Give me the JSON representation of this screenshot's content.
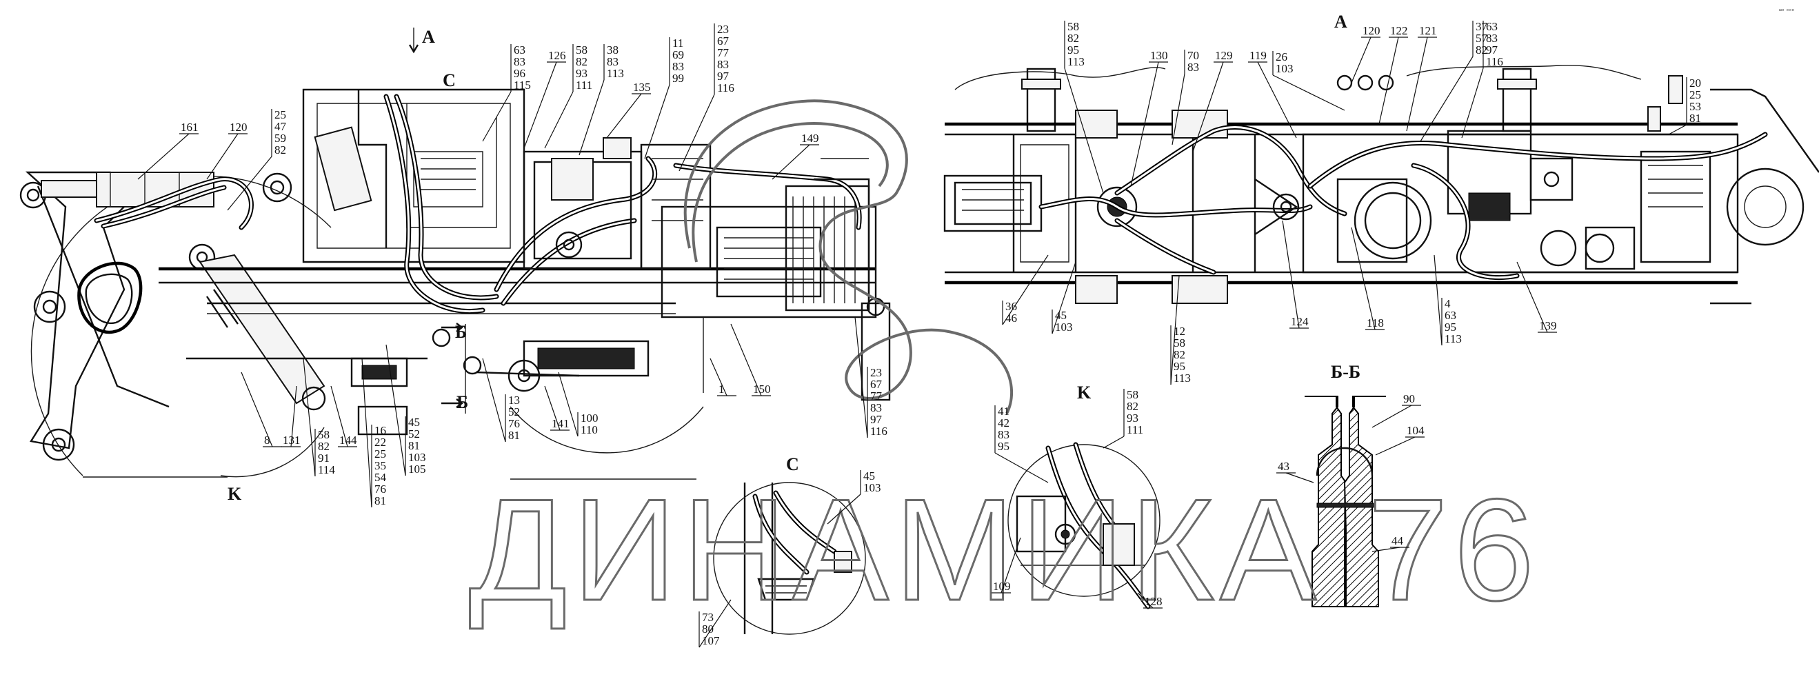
{
  "view_marks": {
    "a_left": "А",
    "c_top": "C",
    "a_right": "А",
    "k_bottom": "K",
    "k_detail": "K",
    "c_detail": "C",
    "bb_detail": "Б-Б",
    "b_upper": "Б",
    "b_lower": "Б"
  },
  "corner_mark": "▫◦ ◦◦◦",
  "watermark": "ДИНАМИКА 76",
  "callouts": {
    "g1": [
      "63",
      "83",
      "96",
      "115"
    ],
    "g2": [
      "58",
      "82",
      "93",
      "111"
    ],
    "g3": [
      "38",
      "83",
      "113"
    ],
    "g4": [
      "11",
      "69",
      "83",
      "99"
    ],
    "g5": [
      "23",
      "67",
      "77",
      "83",
      "97",
      "116"
    ],
    "g6": [
      "25",
      "47",
      "59",
      "82"
    ],
    "g7": [
      "58",
      "82",
      "95",
      "113"
    ],
    "g8": [
      "70",
      "83"
    ],
    "g9": [
      "26",
      "103"
    ],
    "g10": [
      "37",
      "57",
      "82"
    ],
    "g11": [
      "63",
      "83",
      "97",
      "116"
    ],
    "g12": [
      "20",
      "25",
      "53",
      "81"
    ],
    "g13": [
      "58",
      "82",
      "91",
      "114"
    ],
    "g14": [
      "16",
      "22",
      "25",
      "35",
      "54",
      "76",
      "81"
    ],
    "g15": [
      "45",
      "52",
      "81",
      "103",
      "105"
    ],
    "g16": [
      "13",
      "52",
      "76",
      "81"
    ],
    "g17": [
      "100",
      "110"
    ],
    "g18": [
      "23",
      "67",
      "77",
      "83",
      "97",
      "116"
    ],
    "g19": [
      "36",
      "46"
    ],
    "g20": [
      "45",
      "103"
    ],
    "g21": [
      "12",
      "58",
      "82",
      "95",
      "113"
    ],
    "g22": [
      "4",
      "63",
      "95",
      "113"
    ],
    "g23": [
      "41",
      "42",
      "83",
      "95"
    ],
    "g24": [
      "58",
      "82",
      "93",
      "111"
    ],
    "g25": [
      "45",
      "103"
    ],
    "g26": [
      "73",
      "80",
      "107"
    ],
    "s_161": "161",
    "s_120a": "120",
    "s_126": "126",
    "s_135": "135",
    "s_149": "149",
    "s_130": "130",
    "s_129": "129",
    "s_119": "119",
    "s_120b": "120",
    "s_122": "122",
    "s_121": "121",
    "s_8": "8",
    "s_131": "131",
    "s_144": "144",
    "s_141": "141",
    "s_1": "1",
    "s_150": "150",
    "s_124": "124",
    "s_118": "118",
    "s_139": "139",
    "s_109": "109",
    "s_128": "128",
    "s_90": "90",
    "s_104": "104",
    "s_43": "43",
    "s_44": "44"
  }
}
